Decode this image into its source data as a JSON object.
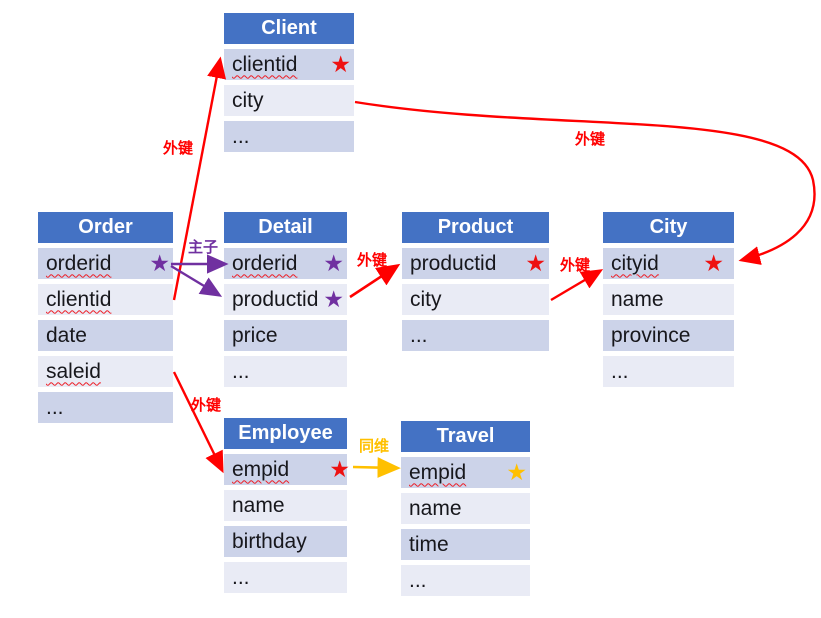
{
  "colors": {
    "header_blue": "#4472C4",
    "row_dark": "#CCD3E9",
    "row_light": "#E9EBF5",
    "key_red": "#EE1111",
    "key_purple": "#7030A0",
    "key_gold": "#FFC000",
    "arrow_red": "#FF0000",
    "arrow_purple": "#7030A0",
    "arrow_gold": "#FFC000"
  },
  "icons": {
    "key_star": "★"
  },
  "tables": [
    {
      "title": "Client",
      "rows": [
        {
          "label": "clientid"
        },
        {
          "label": "city"
        },
        {
          "label": "..."
        }
      ]
    },
    {
      "title": "Order",
      "rows": [
        {
          "label": "orderid"
        },
        {
          "label": "clientid"
        },
        {
          "label": "date"
        },
        {
          "label": "saleid"
        },
        {
          "label": "..."
        }
      ]
    },
    {
      "title": "Detail",
      "rows": [
        {
          "label": "orderid"
        },
        {
          "label": "productid"
        },
        {
          "label": "price"
        },
        {
          "label": "..."
        }
      ]
    },
    {
      "title": "Product",
      "rows": [
        {
          "label": "productid"
        },
        {
          "label": "city"
        },
        {
          "label": "..."
        }
      ]
    },
    {
      "title": "City",
      "rows": [
        {
          "label": "cityid"
        },
        {
          "label": "name"
        },
        {
          "label": "province"
        },
        {
          "label": "..."
        }
      ]
    },
    {
      "title": "Employee",
      "rows": [
        {
          "label": "empid"
        },
        {
          "label": "name"
        },
        {
          "label": "birthday"
        },
        {
          "label": "..."
        }
      ]
    },
    {
      "title": "Travel",
      "rows": [
        {
          "label": "empid"
        },
        {
          "label": "name"
        },
        {
          "label": "time"
        },
        {
          "label": "..."
        }
      ]
    }
  ],
  "connections": [
    {
      "label": "外键",
      "from": "Order.clientid",
      "to": "Client.clientid",
      "color": "#FF0000"
    },
    {
      "label": "主子",
      "from": "Order.orderid",
      "to": "Detail.orderid",
      "color": "#7030A0"
    },
    {
      "label": "",
      "from": "Order.orderid",
      "to": "Detail.productid",
      "color": "#7030A0"
    },
    {
      "label": "外键",
      "from": "Detail.productid",
      "to": "Product.productid",
      "color": "#FF0000"
    },
    {
      "label": "外键",
      "from": "Product.city",
      "to": "City.cityid",
      "color": "#FF0000"
    },
    {
      "label": "外键",
      "from": "Client.city",
      "to": "City.cityid",
      "color": "#FF0000"
    },
    {
      "label": "外键",
      "from": "Order.saleid",
      "to": "Employee.empid",
      "color": "#FF0000"
    },
    {
      "label": "同维",
      "from": "Employee.empid",
      "to": "Travel.empid",
      "color": "#FFC000"
    }
  ]
}
